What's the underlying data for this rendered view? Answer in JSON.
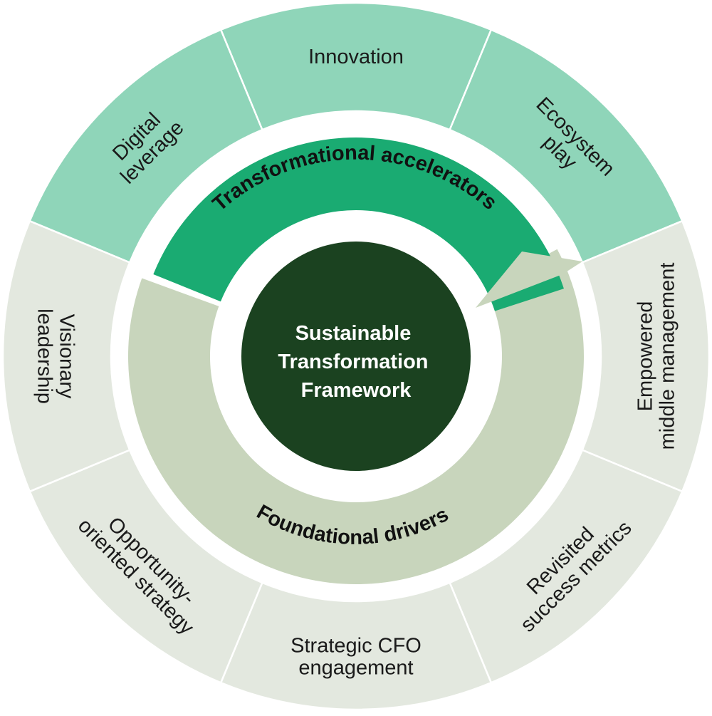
{
  "center": {
    "lines": [
      "Sustainable",
      "Transformation",
      "Framework"
    ],
    "color": "#1b4220"
  },
  "rings": {
    "accelerators": {
      "label": "Transformational accelerators",
      "color": "#1aab72"
    },
    "foundational": {
      "label": "Foundational drivers",
      "color": "#c8d5bc"
    }
  },
  "segments": [
    {
      "lines": [
        "Innovation"
      ],
      "group": "accelerator"
    },
    {
      "lines": [
        "Ecosystem",
        "play"
      ],
      "group": "accelerator"
    },
    {
      "lines": [
        "Empowered",
        "middle management"
      ],
      "group": "foundational"
    },
    {
      "lines": [
        "Revisited",
        "success metrics"
      ],
      "group": "foundational"
    },
    {
      "lines": [
        "Strategic CFO",
        "engagement"
      ],
      "group": "foundational"
    },
    {
      "lines": [
        "Opportunity-",
        "oriented strategy"
      ],
      "group": "foundational"
    },
    {
      "lines": [
        "Visionary",
        "leadership"
      ],
      "group": "foundational"
    },
    {
      "lines": [
        "Digital",
        "leverage"
      ],
      "group": "accelerator"
    }
  ],
  "colors": {
    "accelerator_segment": "#8fd5b9",
    "foundational_segment": "#e3e8df"
  }
}
